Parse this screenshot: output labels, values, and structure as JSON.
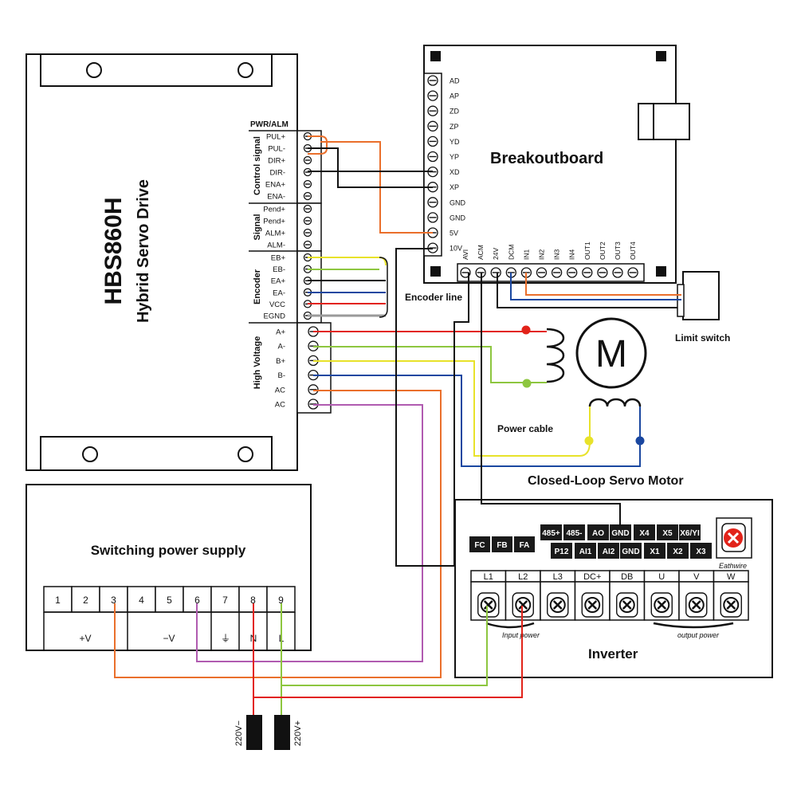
{
  "drive": {
    "model": "HBS860H",
    "name": "Hybrid Servo Drive",
    "pwr_alm": "PWR/ALM",
    "group_control": "Control signal",
    "group_signal": "Signal",
    "group_encoder": "Encoder",
    "group_hv": "High Voltage",
    "control_pins": [
      "PUL+",
      "PUL-",
      "DIR+",
      "DIR-",
      "ENA+",
      "ENA-"
    ],
    "signal_pins": [
      "Pend+",
      "Pend+",
      "ALM+",
      "ALM-"
    ],
    "encoder_pins": [
      "EB+",
      "EB-",
      "EA+",
      "EA-",
      "VCC",
      "EGND"
    ],
    "hv_pins": [
      "A+",
      "A-",
      "B+",
      "B-",
      "AC",
      "AC"
    ]
  },
  "breakout": {
    "title": "Breakoutboard",
    "right_pins": [
      "AD",
      "AP",
      "ZD",
      "ZP",
      "YD",
      "YP",
      "XD",
      "XP",
      "GND",
      "GND",
      "5V",
      "10V"
    ],
    "bottom_pins": [
      "AVI",
      "ACM",
      "24V",
      "DCM",
      "IN1",
      "IN2",
      "IN3",
      "IN4",
      "OUT1",
      "OUT2",
      "OUT3",
      "OUT4"
    ]
  },
  "labels": {
    "encoder_line": "Encoder line",
    "limit_switch": "Limit switch",
    "motor_symbol": "M",
    "power_cable": "Power cable",
    "motor_name": "Closed-Loop Servo Motor"
  },
  "psu": {
    "title": "Switching power supply",
    "terminals": [
      "1",
      "2",
      "3",
      "4",
      "5",
      "6",
      "7",
      "8",
      "9"
    ],
    "plus_v": "+V",
    "minus_v": "−V",
    "ground": "⏚",
    "n": "N",
    "l": "L"
  },
  "inverter": {
    "title": "Inverter",
    "top_row": [
      "485+",
      "485-",
      "AO",
      "GND",
      "X4",
      "X5",
      "X6/YI"
    ],
    "mid_left": [
      "FC",
      "FB",
      "FA"
    ],
    "mid_right": [
      "P12",
      "AI1",
      "AI2",
      "GND",
      "X1",
      "X2",
      "X3"
    ],
    "power_labels": [
      "L1",
      "L2",
      "L3",
      "DC+",
      "DB",
      "U",
      "V",
      "W"
    ],
    "input_power": "Input power",
    "output_power": "output power",
    "earthwire": "Eathwire"
  },
  "mains": {
    "neg": "220V−",
    "pos": "220V+"
  },
  "colors": {
    "red": "#e2231a",
    "orange": "#ea6f2b",
    "purple": "#b05bb0",
    "green": "#8dc63f",
    "yellow": "#e8e22a",
    "blue": "#1a47a0",
    "gray": "#9a9a9a",
    "black": "#111111"
  }
}
